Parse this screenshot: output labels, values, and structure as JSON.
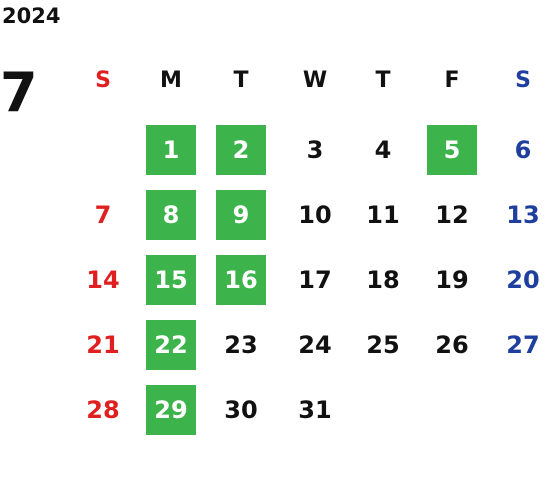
{
  "calendar": {
    "year": "2024",
    "month": "7",
    "colors": {
      "sunday": "#e02020",
      "saturday": "#1f3f9f",
      "weekday": "#111111",
      "highlight_bg": "#3cb44b",
      "highlight_text": "#ffffff"
    },
    "weekdays": [
      {
        "label": "S",
        "kind": "sunday"
      },
      {
        "label": "M",
        "kind": "weekday"
      },
      {
        "label": "T",
        "kind": "weekday"
      },
      {
        "label": "W",
        "kind": "weekday"
      },
      {
        "label": "T",
        "kind": "weekday"
      },
      {
        "label": "F",
        "kind": "weekday"
      },
      {
        "label": "S",
        "kind": "saturday"
      }
    ],
    "highlighted_days": [
      "1",
      "2",
      "5",
      "8",
      "9",
      "15",
      "16",
      "22",
      "29"
    ],
    "weeks": [
      [
        "",
        "1",
        "2",
        "3",
        "4",
        "5",
        "6"
      ],
      [
        "7",
        "8",
        "9",
        "10",
        "11",
        "12",
        "13"
      ],
      [
        "14",
        "15",
        "16",
        "17",
        "18",
        "19",
        "20"
      ],
      [
        "21",
        "22",
        "23",
        "24",
        "25",
        "26",
        "27"
      ],
      [
        "28",
        "29",
        "30",
        "31",
        "",
        "",
        ""
      ]
    ]
  }
}
